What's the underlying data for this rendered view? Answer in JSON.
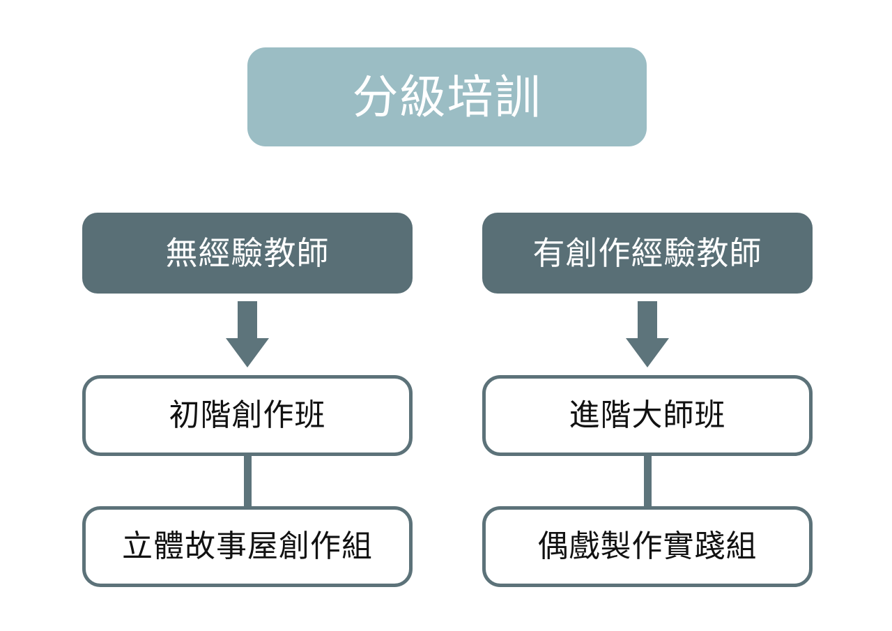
{
  "title": {
    "text": "分級培訓"
  },
  "colors": {
    "title_fill": "#9bbdc4",
    "title_text": "#ffffff",
    "header_fill": "#596f76",
    "header_text": "#ffffff",
    "outline_border": "#5c7279",
    "outline_fill": "#ffffff",
    "outline_text": "#111111",
    "connector": "#5d747b",
    "background": "#ffffff"
  },
  "branches": [
    {
      "id": "no-experience",
      "header": "無經驗教師",
      "connector_to_course": "arrow-down",
      "course": "初階創作班",
      "connector_to_group": "vertical-bar",
      "group": "立體故事屋創作組"
    },
    {
      "id": "with-experience",
      "header": "有創作經驗教師",
      "connector_to_course": "arrow-down",
      "course": "進階大師班",
      "connector_to_group": "vertical-bar",
      "group": "偶戲製作實踐組"
    }
  ]
}
